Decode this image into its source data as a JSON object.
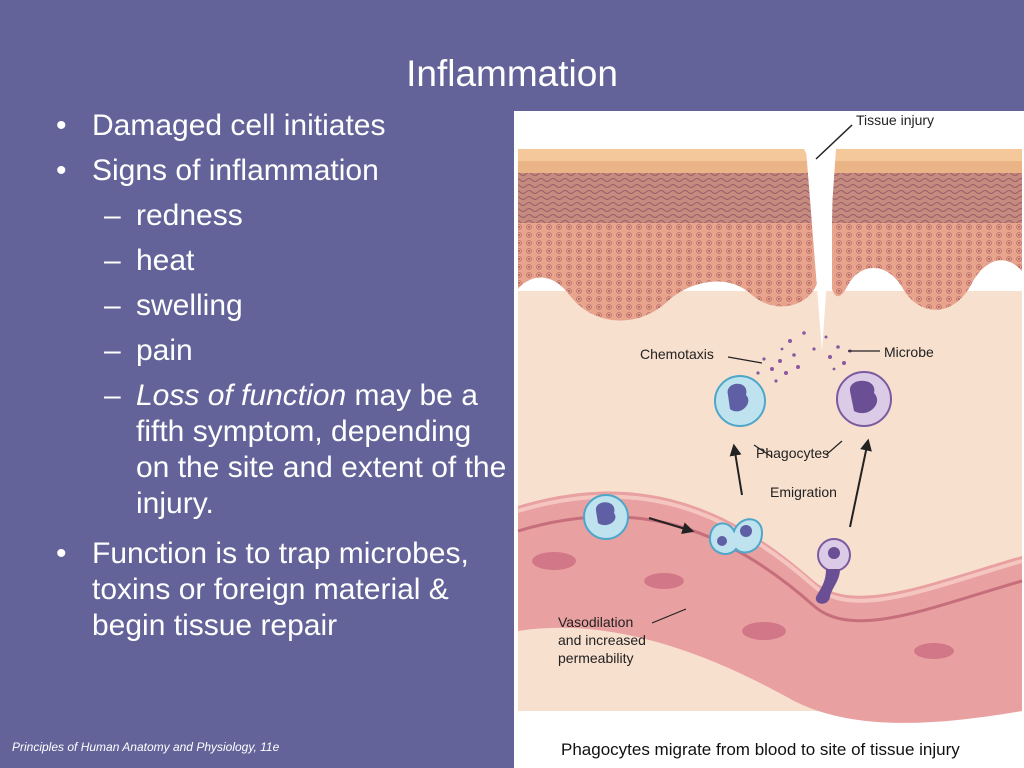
{
  "title": "Inflammation",
  "bullets": {
    "b1": "Damaged cell initiates",
    "b2": "Signs of inflammation",
    "sub1": "redness",
    "sub2": "heat",
    "sub3": "swelling",
    "sub4": "pain",
    "sub5_italic": "Loss of function",
    "sub5_rest": " may be a fifth symptom, depending on the site and extent of the injury.",
    "b3": "Function is to trap microbes, toxins or foreign material & begin tissue repair"
  },
  "footer": "Principles of Human Anatomy and Physiology, 11e",
  "figure": {
    "labels": {
      "tissue_injury": "Tissue injury",
      "chemotaxis": "Chemotaxis",
      "microbe": "Microbe",
      "phagocytes": "Phagocytes",
      "emigration": "Emigration",
      "vasodilation_1": "Vasodilation",
      "vasodilation_2": "and increased",
      "vasodilation_3": "permeability"
    },
    "caption": "Phagocytes migrate from blood to site of tissue injury"
  }
}
